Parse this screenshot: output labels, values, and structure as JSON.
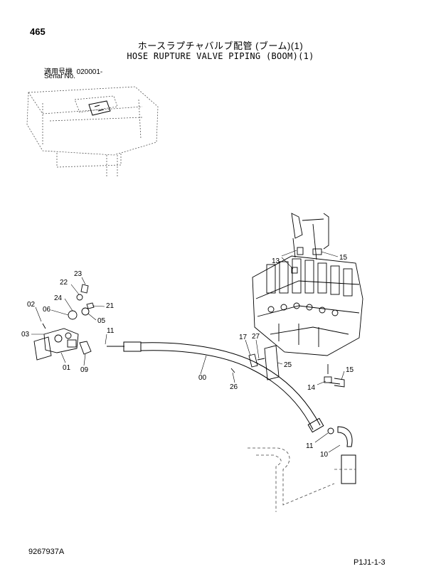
{
  "page_number": "465",
  "title_jp": "ホースラプチャバルブ配管 (ブーム)(1)",
  "title_en": "HOSE RUPTURE VALVE PIPING (BOOM)(1)",
  "serial_label_jp": "適用号機",
  "serial_value": "020001-",
  "serial_label_en": "Serial No.",
  "figure_number": "9267937A",
  "page_ref": "P1J1-1-3",
  "callouts": [
    {
      "id": "c23",
      "label": "23"
    },
    {
      "id": "c22",
      "label": "22"
    },
    {
      "id": "c24",
      "label": "24"
    },
    {
      "id": "c21",
      "label": "21"
    },
    {
      "id": "c02",
      "label": "02"
    },
    {
      "id": "c06",
      "label": "06"
    },
    {
      "id": "c05",
      "label": "05"
    },
    {
      "id": "c03",
      "label": "03"
    },
    {
      "id": "c11a",
      "label": "11"
    },
    {
      "id": "c01",
      "label": "01"
    },
    {
      "id": "c09",
      "label": "09"
    },
    {
      "id": "c00",
      "label": "00"
    },
    {
      "id": "c13",
      "label": "13"
    },
    {
      "id": "c15a",
      "label": "15"
    },
    {
      "id": "c17",
      "label": "17"
    },
    {
      "id": "c27",
      "label": "27"
    },
    {
      "id": "c25",
      "label": "25"
    },
    {
      "id": "c26",
      "label": "26"
    },
    {
      "id": "c15b",
      "label": "15"
    },
    {
      "id": "c14",
      "label": "14"
    },
    {
      "id": "c11b",
      "label": "11"
    },
    {
      "id": "c10",
      "label": "10"
    }
  ]
}
